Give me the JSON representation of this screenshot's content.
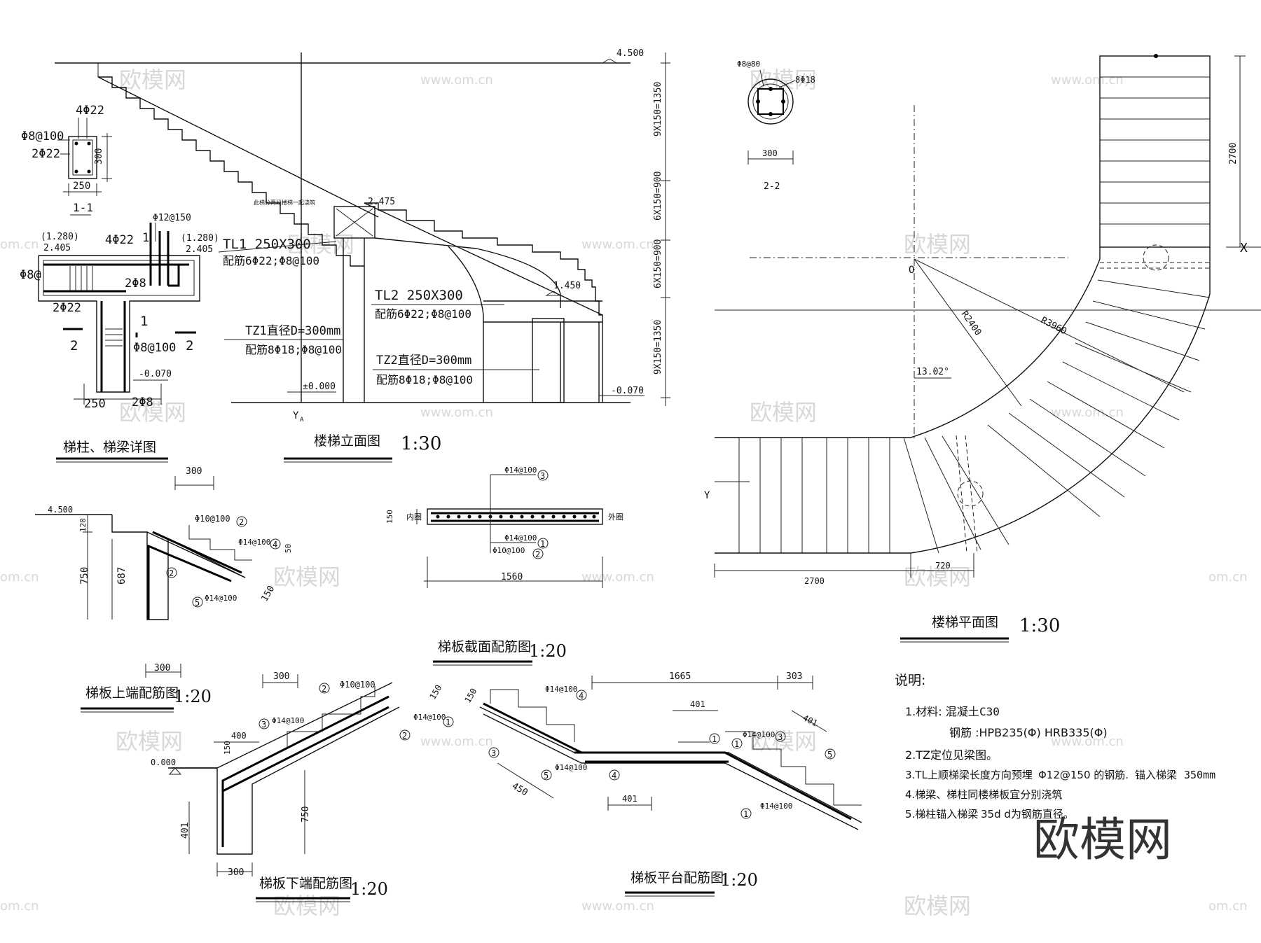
{
  "titles": {
    "detail": "梯柱、梯梁详图",
    "elevation": "楼梯立面图",
    "elevation_scale": "1:30",
    "plan": "楼梯平面图",
    "plan_scale": "1:30",
    "slab_section": "梯板截面配筋图",
    "slab_section_scale": "1:20",
    "upper_end": "梯板上端配筋图",
    "upper_end_scale": "1:20",
    "lower_end": "梯板下端配筋图",
    "lower_end_scale": "1:20",
    "platform": "梯板平台配筋图",
    "platform_scale": "1:20"
  },
  "detail": {
    "s11_top": "4Φ22",
    "s11_stirrup": "Φ8@100",
    "s11_bottom": "2Φ22",
    "s11_h": "300",
    "s11_w": "250",
    "s11_label": "1-1",
    "tag_phi12": "Φ12@150",
    "elev_l": "(1.280)",
    "elev_l2": "2.405",
    "elev_r": "(1.280)",
    "elev_r2": "2.405",
    "beam_top": "4Φ22",
    "beam_left": "Φ8@",
    "beam_2phi8": "2Φ8",
    "beam_bottom": "2Φ22",
    "num1a": "1",
    "num1b": "1",
    "num2a": "2",
    "num2b": "2",
    "col_stirrup": "Φ8@100",
    "elev_m007": "-0.070",
    "col_w": "250",
    "col_2phi8": "2Φ8"
  },
  "elevation": {
    "top_elev": "4.500",
    "dim1": "9X150=1350",
    "dim2": "6X150=900",
    "dim3": "6X150=900",
    "dim4": "9X150=1350",
    "note_small": "此梯分两段楼梯一起浇筑",
    "elev_2475": "2.475",
    "tl1": "TL1  250X300",
    "tl1_bar": "配筋6Φ22;Φ8@100",
    "tl2": "TL2  250X300",
    "tl2_bar": "配筋6Φ22;Φ8@100",
    "tz1": "TZ1直径D=300mm",
    "tz1_bar": "配筋8Φ18;Φ8@100",
    "tz2": "TZ2直径D=300mm",
    "tz2_bar": "配筋8Φ18;Φ8@100",
    "elev_1450": "1.450",
    "elev_0": "±0.000",
    "elev_m007": "-0.070",
    "axis_y": "Y",
    "axis_ysub": "A"
  },
  "section22": {
    "stirrup": "Φ8@80",
    "bars": "8Φ18",
    "dia": "300",
    "label": "2-2"
  },
  "plan": {
    "dim_2700_v": "2700",
    "axis_x": "X",
    "center": "O",
    "r1": "R2400",
    "r2": "R3960",
    "angle": "13.02°",
    "axis_y": "Y",
    "dim_720": "720",
    "dim_2700_h": "2700"
  },
  "slab_section": {
    "top_bar": "Φ14@100",
    "c3": "3",
    "h150": "150",
    "inner": "内圈",
    "outer": "外圈",
    "bot_bar1": "Φ14@100",
    "c1": "1",
    "bot_bar2": "Φ10@100",
    "c2": "2",
    "width": "1560"
  },
  "upper_end": {
    "top300": "300",
    "elev": "4.500",
    "h120": "120",
    "bar2": "Φ10@100",
    "c2": "2",
    "bar4": "Φ14@100",
    "c4": "4",
    "d50": "50",
    "h750": "750",
    "h687": "687",
    "c2b": "2",
    "bar5": "Φ14@100",
    "c5": "5",
    "d150": "150",
    "bottom300": "300"
  },
  "lower_end": {
    "top300": "300",
    "bar2": "Φ10@100",
    "c2": "2",
    "d150": "150",
    "bar3": "Φ14@100",
    "c3": "3",
    "bar1": "Φ14@100",
    "c1": "1",
    "c2b": "2",
    "d400": "400",
    "d150b": "150",
    "elev": "0.000",
    "h750": "750",
    "h401": "401",
    "bottom300": "300"
  },
  "platform": {
    "d150": "150",
    "bar4": "Φ14@100",
    "c4": "4",
    "d1665": "1665",
    "d303": "303",
    "d401a": "401",
    "d401b": "401",
    "c1": "1",
    "bar1a": "Φ14@100",
    "c1b": "1",
    "c3": "3",
    "c3b": "3",
    "c5": "5",
    "bar5": "Φ14@100",
    "c5b": "5",
    "c4b": "4",
    "d450": "450",
    "d401c": "401",
    "bar1b": "Φ14@100",
    "c1c": "1"
  },
  "notes": {
    "heading": "说明:",
    "n1a": "1.材料: 混凝土",
    "n1b": "C30",
    "n1c": "钢筋 :HPB235(Φ)  HRB335(Φ)",
    "n2": "2.TZ定位见梁图。",
    "n3a": "3.TL上顺梯梁长度方向预埋",
    "n3b": "Φ12@150 的钢筋.",
    "n3c": "锚入梯梁",
    "n3d": "350mm",
    "n4": "4.梯梁、梯柱同楼梯板宜分别浇筑",
    "n5a": "5.梯柱锚入梯梁",
    "n5b": "35d d为钢筋直径。"
  },
  "watermark": {
    "cn": "欧模网",
    "url": "www.om.cn",
    "big": "欧模网",
    "url_left": "om.cn",
    "url_right": "www.om.cn"
  }
}
